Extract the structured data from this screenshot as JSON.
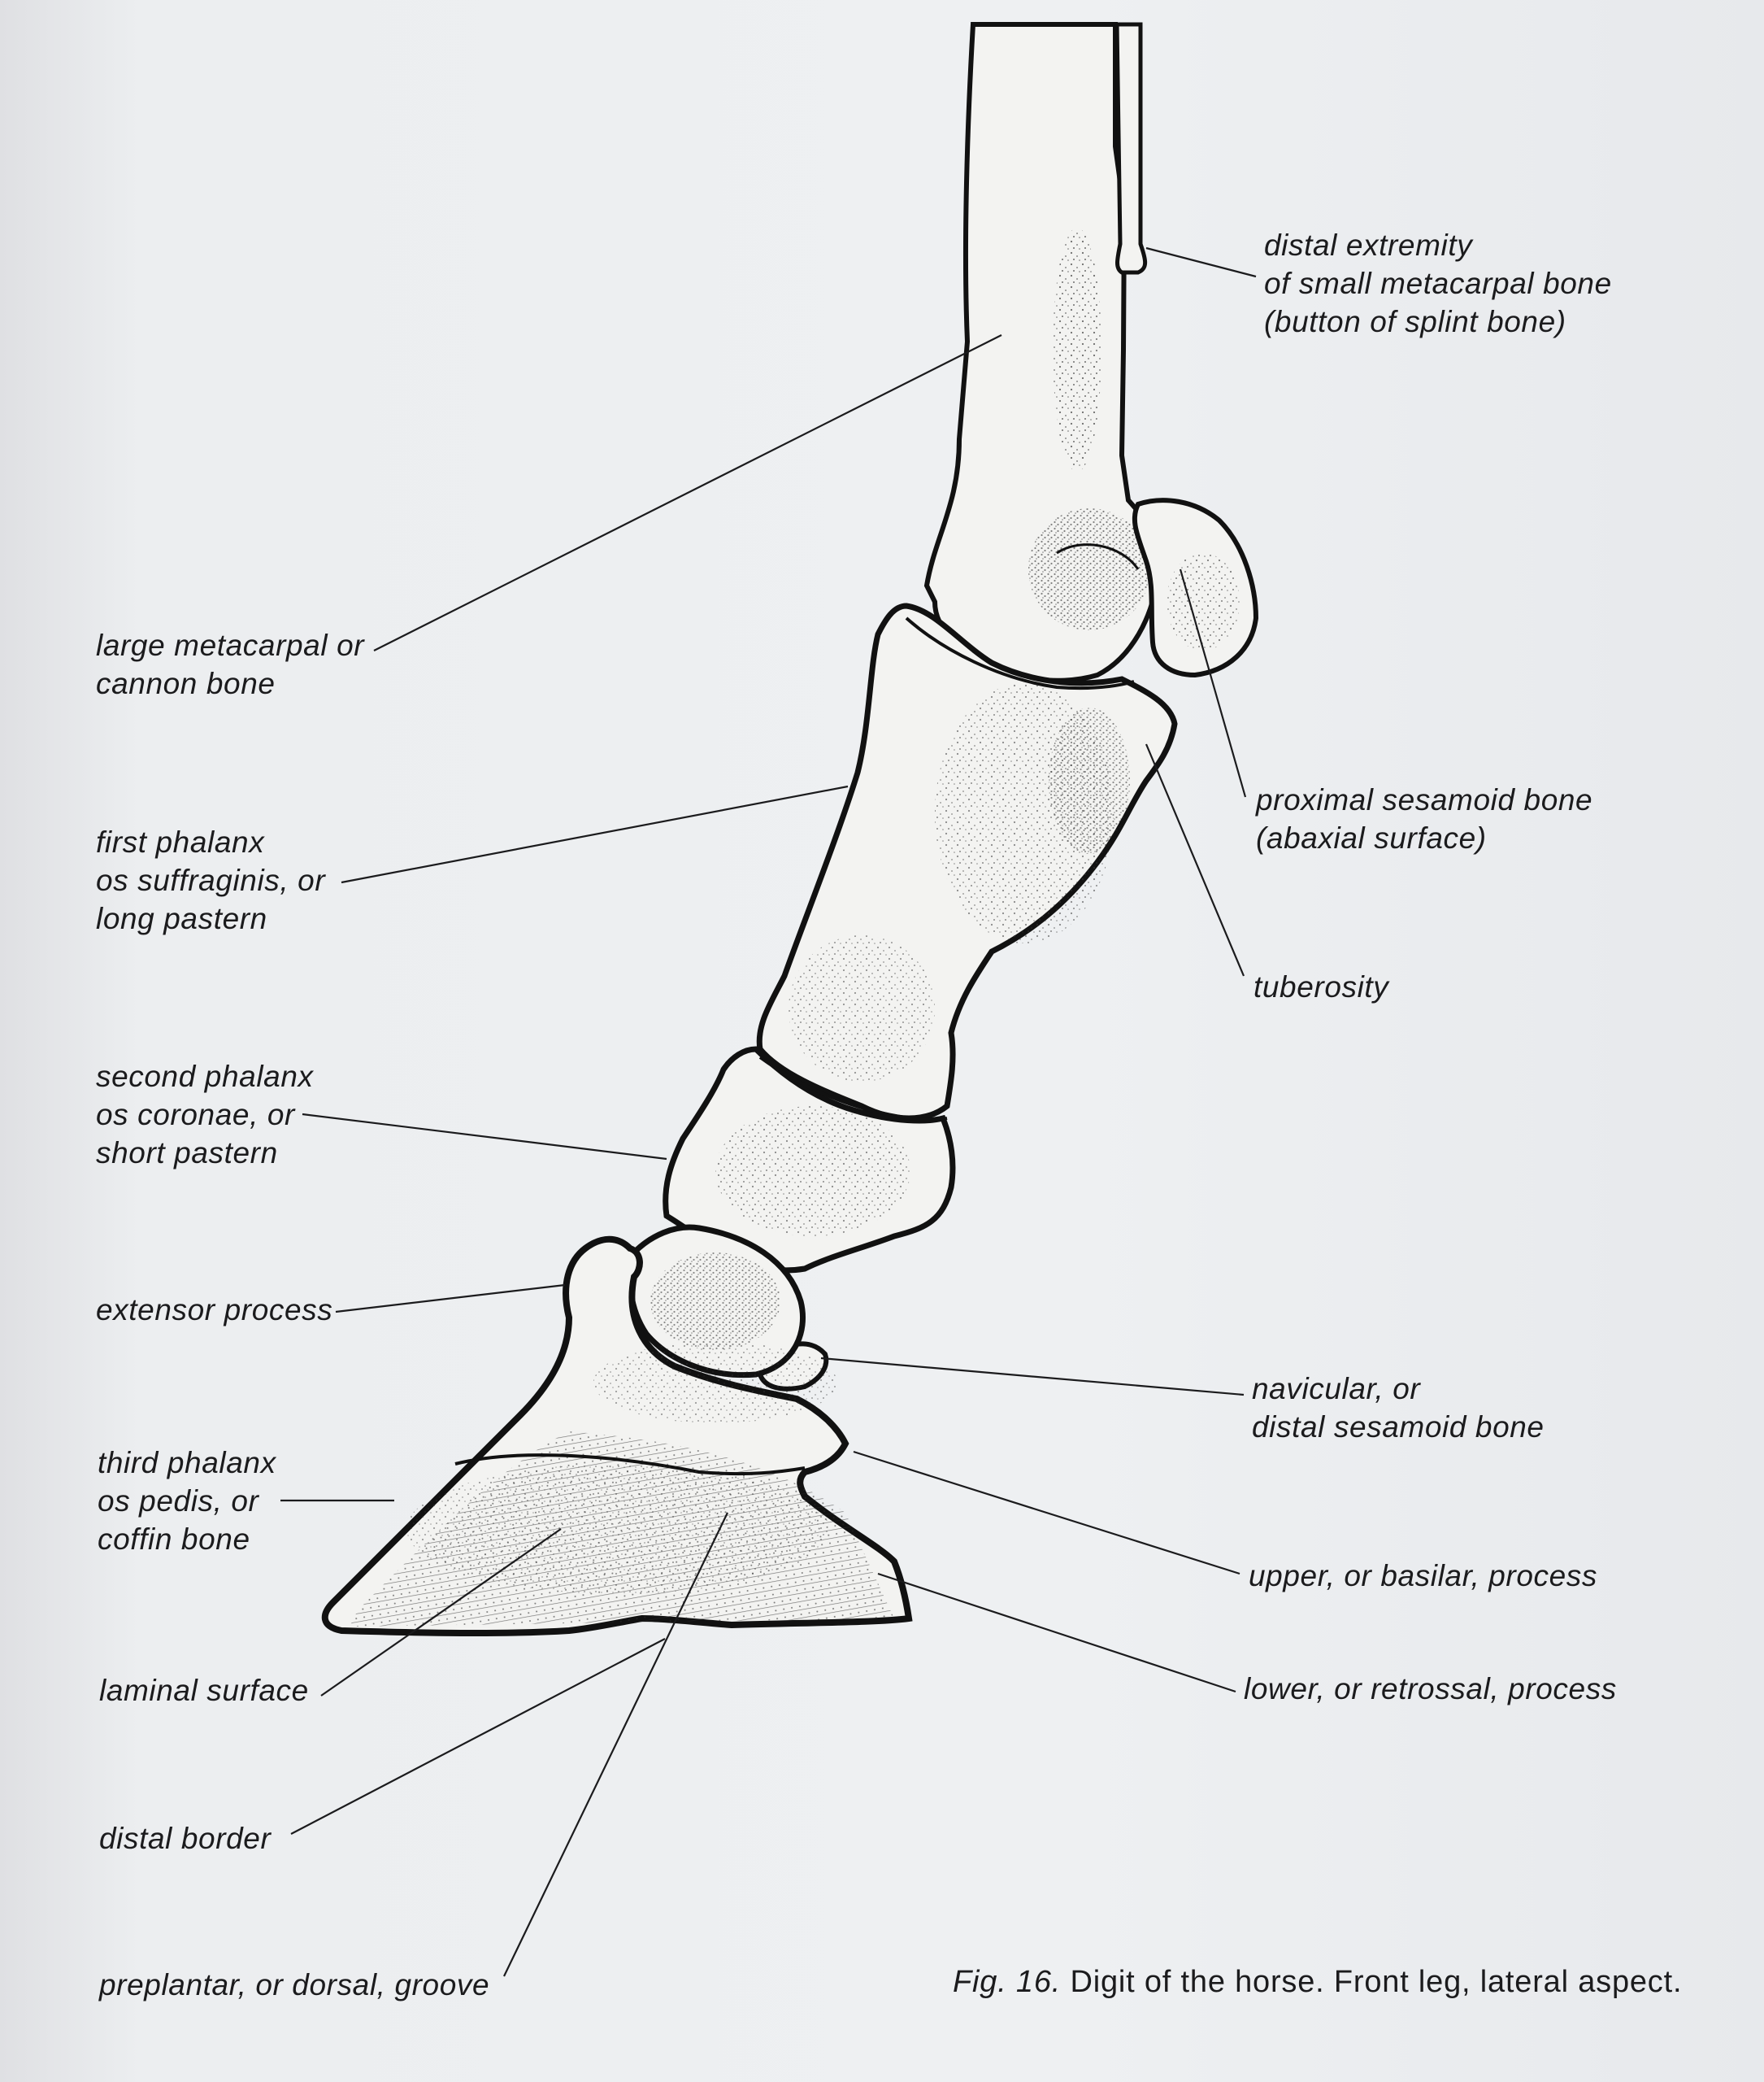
{
  "figure": {
    "caption_label": "Fig. 16.",
    "caption_text": "Digit of the horse. Front leg, lateral aspect."
  },
  "labels": {
    "distal_extremity": [
      "distal extremity",
      "of small metacarpal bone",
      "(button of splint bone)"
    ],
    "large_metacarpal": [
      "large metacarpal or",
      "cannon bone"
    ],
    "proximal_sesamoid": [
      "proximal sesamoid bone",
      "(abaxial surface)"
    ],
    "first_phalanx": [
      "first phalanx",
      "os suffraginis, or",
      "long pastern"
    ],
    "tuberosity": [
      "tuberosity"
    ],
    "second_phalanx": [
      "second phalanx",
      "os coronae, or",
      "short pastern"
    ],
    "extensor_process": [
      "extensor process"
    ],
    "navicular": [
      "navicular, or",
      "distal sesamoid bone"
    ],
    "third_phalanx": [
      "third phalanx",
      "os pedis, or",
      "coffin bone"
    ],
    "upper_process": [
      "upper, or basilar, process"
    ],
    "laminal_surface": [
      "laminal surface"
    ],
    "lower_process": [
      "lower, or retrossal, process"
    ],
    "distal_border": [
      "distal border"
    ],
    "preplantar_groove": [
      "preplantar, or dorsal, groove"
    ]
  },
  "colors": {
    "paper": "#eceef0",
    "ink": "#1b1b1d",
    "bone_fill": "#f3f3f1"
  }
}
